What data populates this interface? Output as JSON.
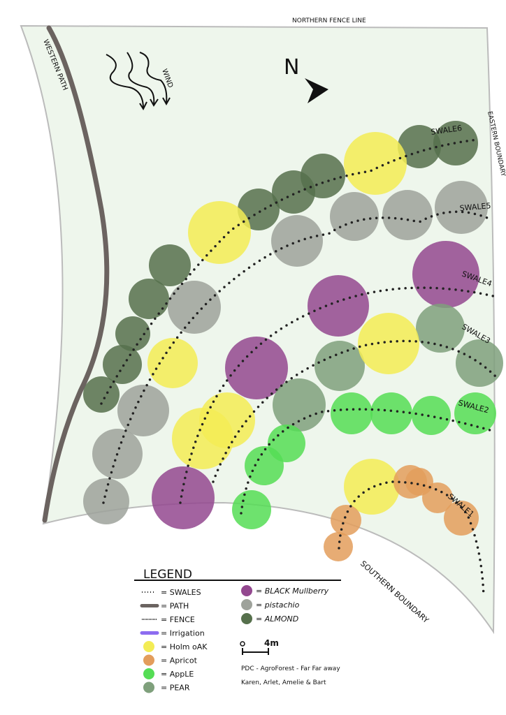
{
  "map": {
    "northern_label": "NORTHERN FENCE LINE",
    "western_label": "WESTERN PATH",
    "eastern_label": "EASTERN BOUNDARY",
    "southern_label": "SOUTHERN BOUNDARY",
    "wind_label": "WIND",
    "north_label": "N",
    "swales": [
      "SWALE1",
      "SWALE2",
      "SWALE3",
      "SWALE4",
      "SWALE5",
      "SWALE6"
    ]
  },
  "colors": {
    "field": "#eef6ec",
    "path": "#6b6360",
    "holm_oak": "#f3ec55",
    "apricot": "#e39d5c",
    "apple": "#55dd55",
    "pear": "#7fa07c",
    "mulberry": "#93488f",
    "pistachio": "#9ea29b",
    "almond": "#56704c",
    "irrigation": "#8c6cf0"
  },
  "legend": {
    "title": "LEGEND",
    "left": [
      {
        "symbol": "dots",
        "label": "= SWALES"
      },
      {
        "symbol": "path",
        "label": "= PATH"
      },
      {
        "symbol": "fence",
        "label": "= FENCE"
      },
      {
        "symbol": "irrigation",
        "label": "= Irrigation"
      },
      {
        "symbol": "holm_oak",
        "label": "= Holm oAK"
      },
      {
        "symbol": "apricot",
        "label": "= Apricot"
      },
      {
        "symbol": "apple",
        "label": "= AppLE"
      },
      {
        "symbol": "pear",
        "label": "= PEAR"
      }
    ],
    "right": [
      {
        "symbol": "mulberry",
        "label": "= BLACK Mullberry"
      },
      {
        "symbol": "pistachio",
        "label": "= pistachio"
      },
      {
        "symbol": "almond",
        "label": "= ALMOND"
      }
    ],
    "scale_zero": "0",
    "scale_label": "4m",
    "credit_line1": "PDC - AgroForest - Far Far away",
    "credit_line2": "Karen, Arlet, Amelie & Bart"
  }
}
